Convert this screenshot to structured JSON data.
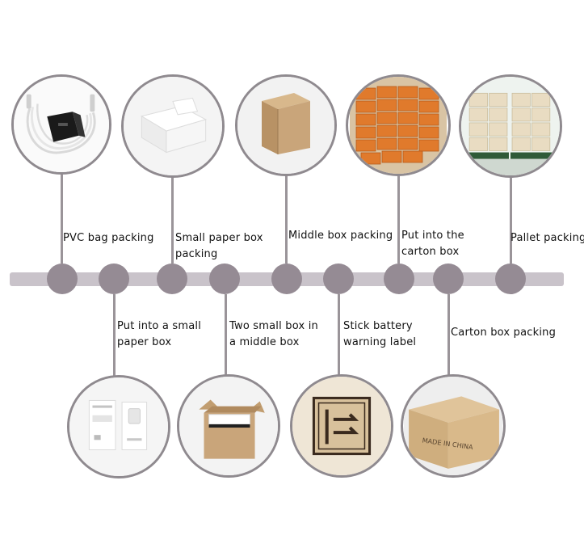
{
  "steps": [
    {
      "label": "PVC bag packing",
      "icon": "charger-cable-photo"
    },
    {
      "label": "Put into a small paper box",
      "icon": "paper-box-products-photo"
    },
    {
      "label": "Small paper box packing",
      "icon": "white-paper-box-photo"
    },
    {
      "label": "Two small box in a middle box",
      "icon": "open-kraft-box-photo"
    },
    {
      "label": "Middle box packing",
      "icon": "kraft-box-photo"
    },
    {
      "label": "Stick battery warning label",
      "icon": "battery-warning-label-photo"
    },
    {
      "label": "Put into the carton box",
      "icon": "orange-boxes-in-carton-photo"
    },
    {
      "label": "Carton box packing",
      "icon": "made-in-china-carton-photo"
    },
    {
      "label": "Pallet packing",
      "icon": "pallet-photo"
    }
  ],
  "photo_text": {
    "carton_mark": "MADE IN CHINA"
  },
  "colors": {
    "timeline_bar": "#c9c3ca",
    "node": "#958b94",
    "frame": "#8f8a8f",
    "kraft": "#c9a57a"
  }
}
